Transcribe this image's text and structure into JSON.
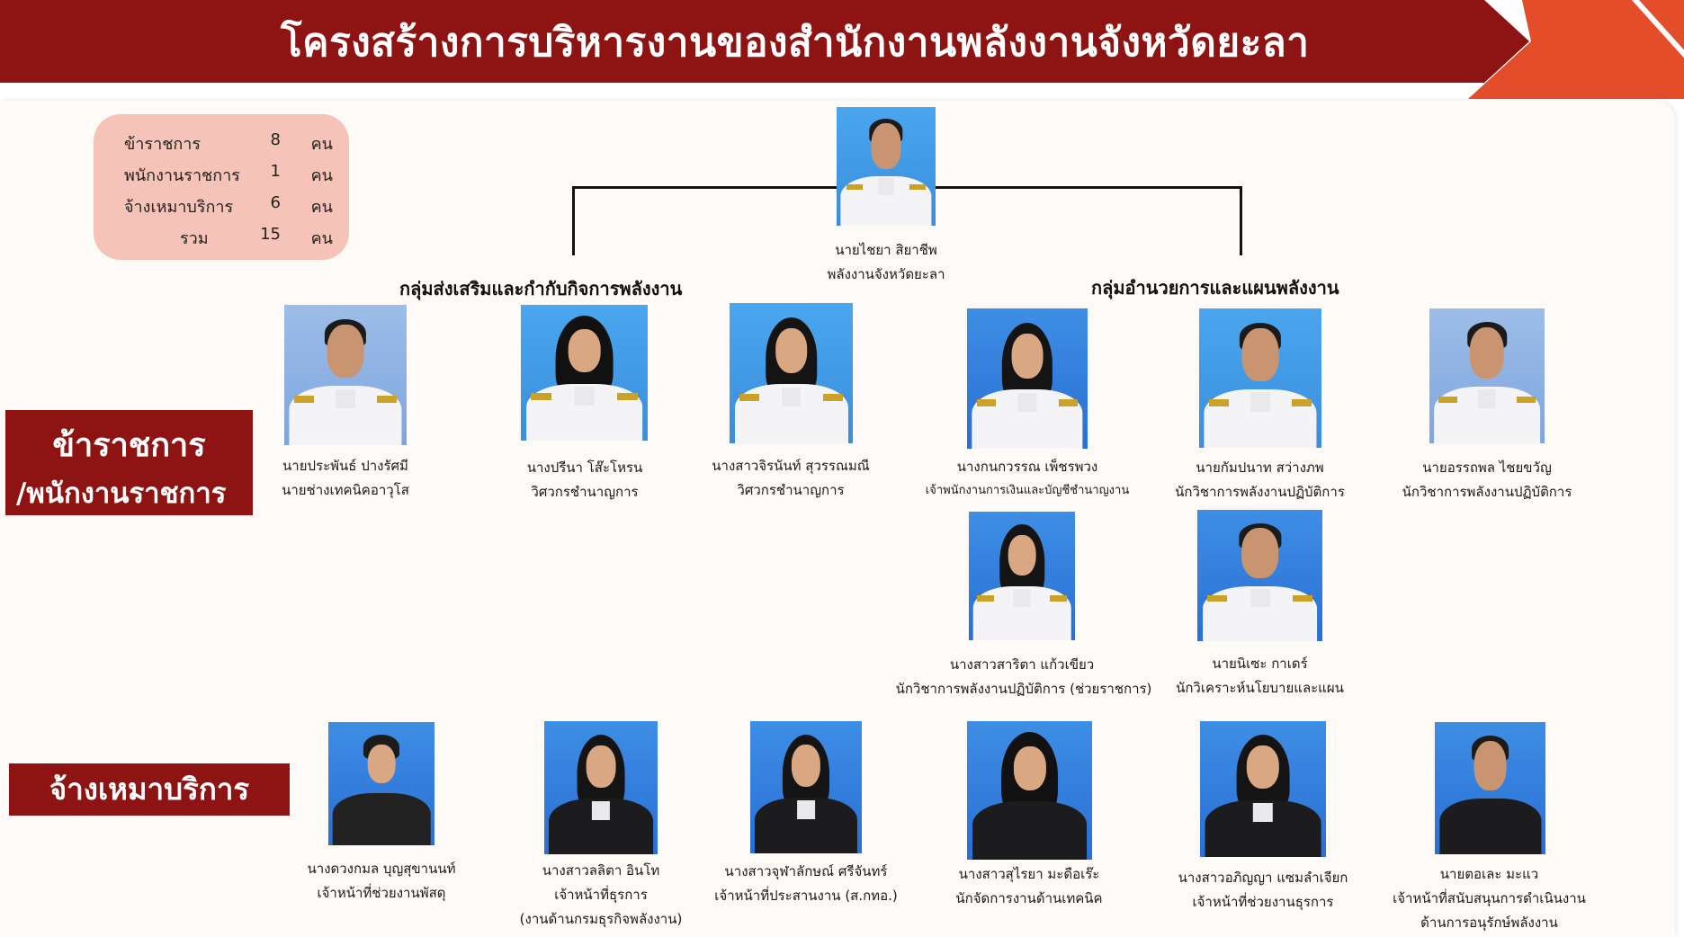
{
  "title": "โครงสร้างการบริหารงานของสำนักงานพลังงานจังหวัดยะลา",
  "stats": [
    {
      "label": "ข้าราชการ",
      "count": "8",
      "unit": "คน"
    },
    {
      "label": "พนักงานราชการ",
      "count": "1",
      "unit": "คน"
    },
    {
      "label": "จ้างเหมาบริการ",
      "count": "6",
      "unit": "คน"
    },
    {
      "label": "รวม",
      "count": "15",
      "unit": "คน"
    }
  ],
  "head": {
    "name": "นายไชยา สิยาชีพ",
    "role": "พลังงานจังหวัดยะลา"
  },
  "groups": {
    "left": "กลุ่มส่งเสริมและกำกับกิจการพลังงาน",
    "right": "กลุ่มอำนวยการและแผนพลังงาน"
  },
  "side_labels": {
    "officials_line1": "ข้าราชการ",
    "officials_line2": "/พนักงานราชการ",
    "contract": "จ้างเหมาบริการ"
  },
  "officials": [
    {
      "name": "นายประพันธ์ ปางรัศมี",
      "role": "นายช่างเทคนิคอาวุโส"
    },
    {
      "name": "นางปรีนา โส๊ะโหรน",
      "role": "วิศวกรชำนาญการ"
    },
    {
      "name": "นางสาวจิรนันท์ สุวรรณมณี",
      "role": "วิศวกรชำนาญการ"
    },
    {
      "name": "นางกนกวรรณ เพ็ชรพวง",
      "role": "เจ้าพนักงานการเงินและบัญชีชำนาญงาน"
    },
    {
      "name": "นายกัมปนาท สว่างภพ",
      "role": "นักวิชาการพลังงานปฏิบัติการ"
    },
    {
      "name": "นายอรรถพล ไชยขวัญ",
      "role": "นักวิชาการพลังงานปฏิบัติการ"
    },
    {
      "name": "นางสาวสาริตา แก้วเขียว",
      "role": "นักวิชาการพลังงานปฏิบัติการ (ช่วยราชการ)"
    },
    {
      "name": "นายนิเซะ กาเดร์",
      "role": "นักวิเคราะห์นโยบายและแผน"
    }
  ],
  "contractors": [
    {
      "name": "นางดวงกมล บุญสุขานนท์",
      "role": "เจ้าหน้าที่ช่วยงานพัสดุ",
      "role2": ""
    },
    {
      "name": "นางสาวลลิตา อินโท",
      "role": "เจ้าหน้าที่ธุรการ",
      "role2": "(งานด้านกรมธุรกิจพลังงาน)"
    },
    {
      "name": "นางสาวจุฬาลักษณ์ ศรีจันทร์",
      "role": "เจ้าหน้าที่ประสานงาน (ส.กทอ.)",
      "role2": ""
    },
    {
      "name": "นางสาวสุไรยา มะดือเร๊ะ",
      "role": "นักจัดการงานด้านเทคนิค",
      "role2": ""
    },
    {
      "name": "นางสาวอภิญญา แซมลำเจียก",
      "role": "เจ้าหน้าที่ช่วยงานธุรการ",
      "role2": ""
    },
    {
      "name": "นายตอเละ มะแว",
      "role": "เจ้าหน้าที่สนับสนุนการดำเนินงาน",
      "role2": "ด้านการอนุรักษ์พลังงาน"
    }
  ],
  "colors": {
    "banner": "#8e1414",
    "accent": "#e34d2a",
    "stats_bg": "#f5c3b7"
  }
}
